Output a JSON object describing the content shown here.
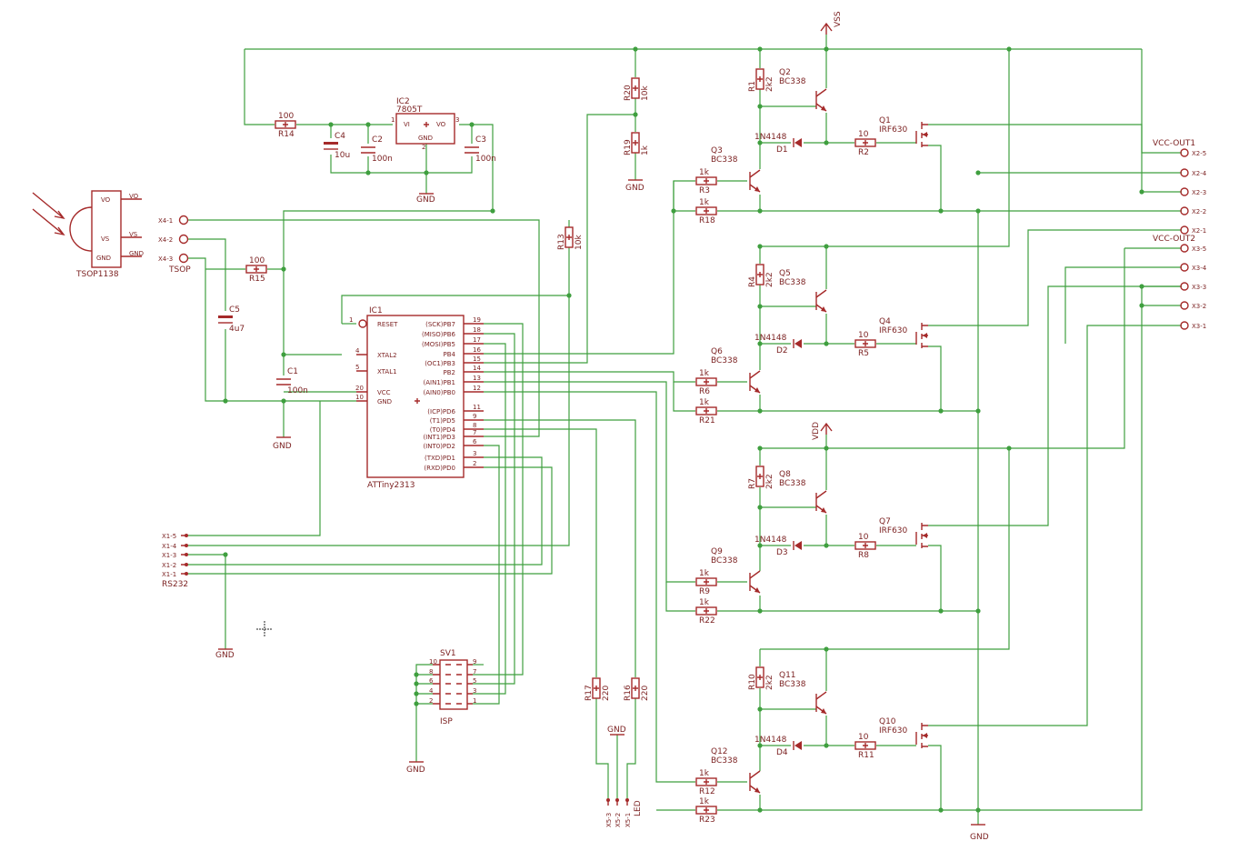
{
  "colors": {
    "wire": "#3f9f3f",
    "part": "#a52a2a",
    "text": "#7a1f1f",
    "background": "#ffffff"
  },
  "power": {
    "vss": "VSS",
    "vdd": "VDD",
    "gnd": "GND"
  },
  "tsop": {
    "name": "TSOP1138",
    "pins": [
      "VO",
      "VS",
      "GND"
    ],
    "nets": [
      "VO",
      "VS",
      "GND"
    ]
  },
  "x4": {
    "pins": [
      "X4-1",
      "X4-2",
      "X4-3"
    ],
    "label": "TSOP"
  },
  "x1": {
    "pins": [
      "X1-5",
      "X1-4",
      "X1-3",
      "X1-2",
      "X1-1"
    ],
    "label": "RS232"
  },
  "x2": {
    "pins": [
      "X2-5",
      "X2-4",
      "X2-3",
      "X2-2",
      "X2-1"
    ],
    "label": "VCC-OUT1"
  },
  "x3": {
    "pins": [
      "X3-5",
      "X3-4",
      "X3-3",
      "X3-2",
      "X3-1"
    ],
    "label": "VCC-OUT2"
  },
  "x5": {
    "pins": [
      "X5-3",
      "X5-2",
      "X5-1"
    ],
    "label": "LED"
  },
  "ic1": {
    "name": "IC1",
    "value": "ATTiny2313",
    "left_pins": [
      {
        "num": "1",
        "label": "RESET"
      },
      {
        "num": "4",
        "label": "XTAL2"
      },
      {
        "num": "5",
        "label": "XTAL1"
      },
      {
        "num": "20",
        "label": "VCC"
      },
      {
        "num": "10",
        "label": "GND"
      }
    ],
    "right_pins": [
      {
        "num": "19",
        "label": "(SCK)PB7"
      },
      {
        "num": "18",
        "label": "(MISO)PB6"
      },
      {
        "num": "17",
        "label": "(MOSI)PB5"
      },
      {
        "num": "16",
        "label": "PB4"
      },
      {
        "num": "15",
        "label": "(OC1)PB3"
      },
      {
        "num": "14",
        "label": "PB2"
      },
      {
        "num": "13",
        "label": "(AIN1)PB1"
      },
      {
        "num": "12",
        "label": "(AIN0)PB0"
      },
      {
        "num": "11",
        "label": "(ICP)PD6"
      },
      {
        "num": "9",
        "label": "(T1)PD5"
      },
      {
        "num": "8",
        "label": "(T0)PD4"
      },
      {
        "num": "7",
        "label": "(INT1)PD3"
      },
      {
        "num": "6",
        "label": "(INT0)PD2"
      },
      {
        "num": "3",
        "label": "(TXD)PD1"
      },
      {
        "num": "2",
        "label": "(RXD)PD0"
      }
    ]
  },
  "ic2": {
    "name": "IC2",
    "value": "7805T",
    "vi": "VI",
    "vo": "VO",
    "gnd": "GND",
    "pin1": "1",
    "pin2": "2",
    "pin3": "3"
  },
  "sv1": {
    "name": "SV1",
    "value": "ISP",
    "left": [
      "10",
      "8",
      "6",
      "4",
      "2"
    ],
    "right": [
      "9",
      "7",
      "5",
      "3",
      "1"
    ]
  },
  "caps": [
    {
      "name": "C4",
      "value": "10u"
    },
    {
      "name": "C2",
      "value": "100n"
    },
    {
      "name": "C3",
      "value": "100n"
    },
    {
      "name": "C5",
      "value": "4u7"
    },
    {
      "name": "C1",
      "value": "100n"
    }
  ],
  "resistors": [
    {
      "name": "R14",
      "value": "100"
    },
    {
      "name": "R15",
      "value": "100"
    },
    {
      "name": "R20",
      "value": "10k"
    },
    {
      "name": "R19",
      "value": "1k"
    },
    {
      "name": "R13",
      "value": "10k"
    },
    {
      "name": "R17",
      "value": "220"
    },
    {
      "name": "R16",
      "value": "220"
    },
    {
      "name": "R1",
      "value": "2k2"
    },
    {
      "name": "R4",
      "value": "2k2"
    },
    {
      "name": "R7",
      "value": "2k2"
    },
    {
      "name": "R10",
      "value": "2k2"
    },
    {
      "name": "R3",
      "value": "1k"
    },
    {
      "name": "R18",
      "value": "1k"
    },
    {
      "name": "R6",
      "value": "1k"
    },
    {
      "name": "R21",
      "value": "1k"
    },
    {
      "name": "R9",
      "value": "1k"
    },
    {
      "name": "R22",
      "value": "1k"
    },
    {
      "name": "R12",
      "value": "1k"
    },
    {
      "name": "R23",
      "value": "1k"
    },
    {
      "name": "R2",
      "value": "10"
    },
    {
      "name": "R5",
      "value": "10"
    },
    {
      "name": "R8",
      "value": "10"
    },
    {
      "name": "R11",
      "value": "10"
    }
  ],
  "transistors": [
    {
      "name": "Q2",
      "value": "BC338"
    },
    {
      "name": "Q3",
      "value": "BC338"
    },
    {
      "name": "Q5",
      "value": "BC338"
    },
    {
      "name": "Q6",
      "value": "BC338"
    },
    {
      "name": "Q8",
      "value": "BC338"
    },
    {
      "name": "Q9",
      "value": "BC338"
    },
    {
      "name": "Q11",
      "value": "BC338"
    },
    {
      "name": "Q12",
      "value": "BC338"
    }
  ],
  "mosfets": [
    {
      "name": "Q1",
      "value": "IRF630"
    },
    {
      "name": "Q4",
      "value": "IRF630"
    },
    {
      "name": "Q7",
      "value": "IRF630"
    },
    {
      "name": "Q10",
      "value": "IRF630"
    }
  ],
  "diodes": [
    {
      "name": "D1",
      "value": "1N4148"
    },
    {
      "name": "D2",
      "value": "1N4148"
    },
    {
      "name": "D3",
      "value": "1N4148"
    },
    {
      "name": "D4",
      "value": "1N4148"
    }
  ]
}
